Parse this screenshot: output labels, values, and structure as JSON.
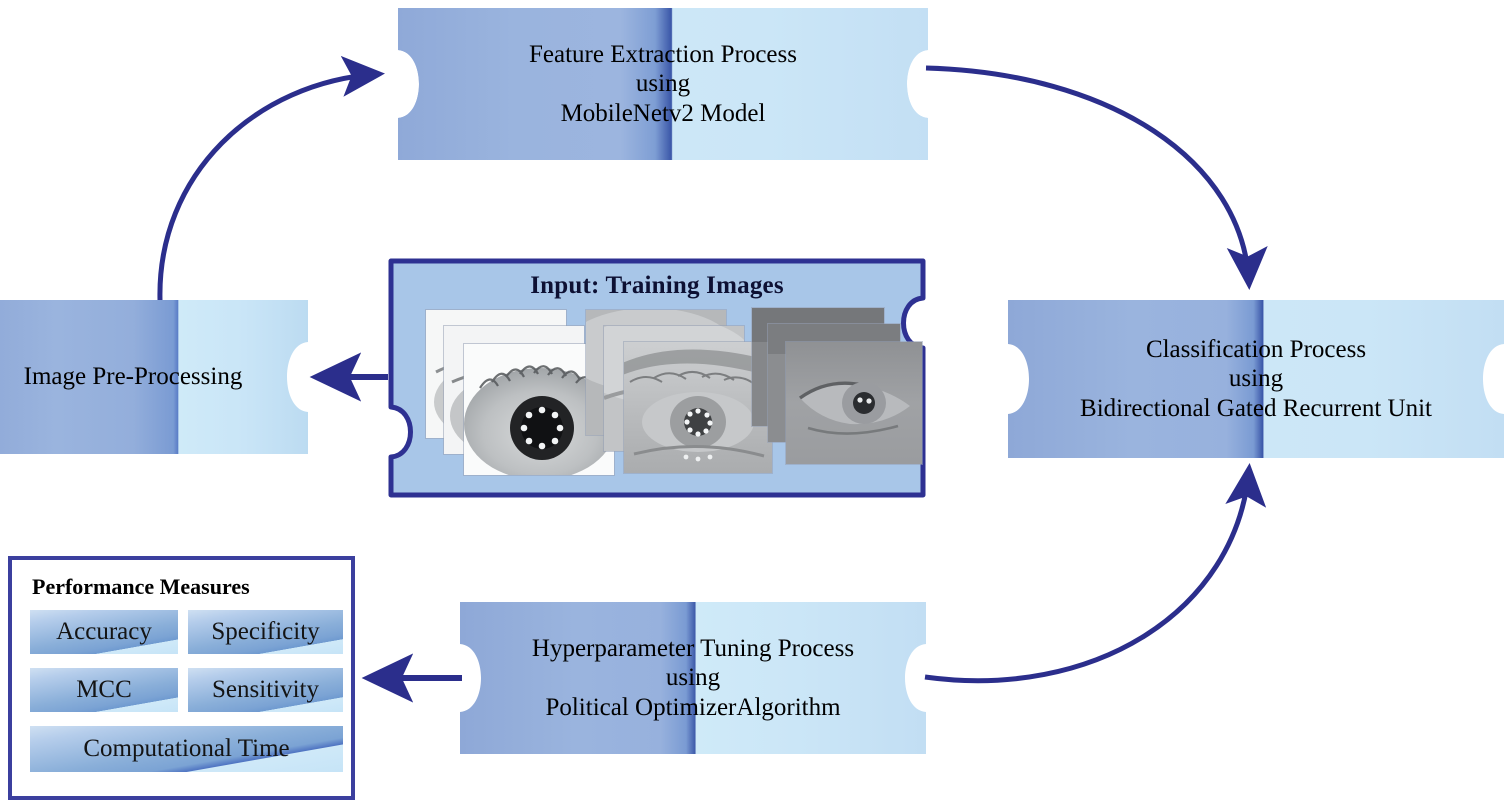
{
  "diagram": {
    "title": "Iris recognition pipeline flowchart",
    "palette": {
      "ribbon_left": "#7f9ed4",
      "ribbon_dark_band": "#3a56a8",
      "ribbon_light_cyan": "#cce7f7",
      "border_navy": "#2e3192",
      "arrow_navy": "#2b2e8c",
      "panel_fill": "#a8c6e8",
      "text_black": "#000000"
    }
  },
  "nodes": {
    "feature_extraction": {
      "line1": "Feature Extraction Process",
      "line2": "using",
      "line3": "MobileNetv2 Model"
    },
    "classification": {
      "line1": "Classification Process",
      "line2": "using",
      "line3": "Bidirectional Gated Recurrent Unit"
    },
    "hyperparameter": {
      "line1": "Hyperparameter Tuning Process",
      "line2": "using",
      "line3": "Political OptimizerAlgorithm"
    },
    "image_preprocessing": {
      "line1": "Image Pre-Processing"
    }
  },
  "input_panel": {
    "title": "Input: Training Images",
    "stacks": [
      {
        "name": "iris-stack-bright-closeup",
        "sheets": 3
      },
      {
        "name": "iris-stack-midtone-eye",
        "sheets": 3
      },
      {
        "name": "iris-stack-dark-eye",
        "sheets": 3
      }
    ]
  },
  "performance": {
    "title": "Performance Measures",
    "metrics": [
      {
        "label": "Accuracy"
      },
      {
        "label": "Specificity"
      },
      {
        "label": "MCC"
      },
      {
        "label": "Sensitivity"
      },
      {
        "label": "Computational Time"
      }
    ]
  },
  "connectors": [
    {
      "name": "input-to-preprocessing",
      "from": "Input: Training Images",
      "to": "Image Pre-Processing",
      "style": "straight-left-arrow"
    },
    {
      "name": "preprocessing-to-feature-extraction",
      "from": "Image Pre-Processing",
      "to": "Feature Extraction Process",
      "style": "curve-up-right-arrow"
    },
    {
      "name": "feature-extraction-to-classification",
      "from": "Feature Extraction Process",
      "to": "Classification Process",
      "style": "curve-down-right-arrow"
    },
    {
      "name": "hyperparameter-to-classification",
      "from": "Hyperparameter Tuning Process",
      "to": "Classification Process",
      "style": "curve-up-arrow"
    },
    {
      "name": "hyperparameter-to-performance",
      "from": "Hyperparameter Tuning Process",
      "to": "Performance Measures",
      "style": "straight-left-arrow"
    }
  ]
}
